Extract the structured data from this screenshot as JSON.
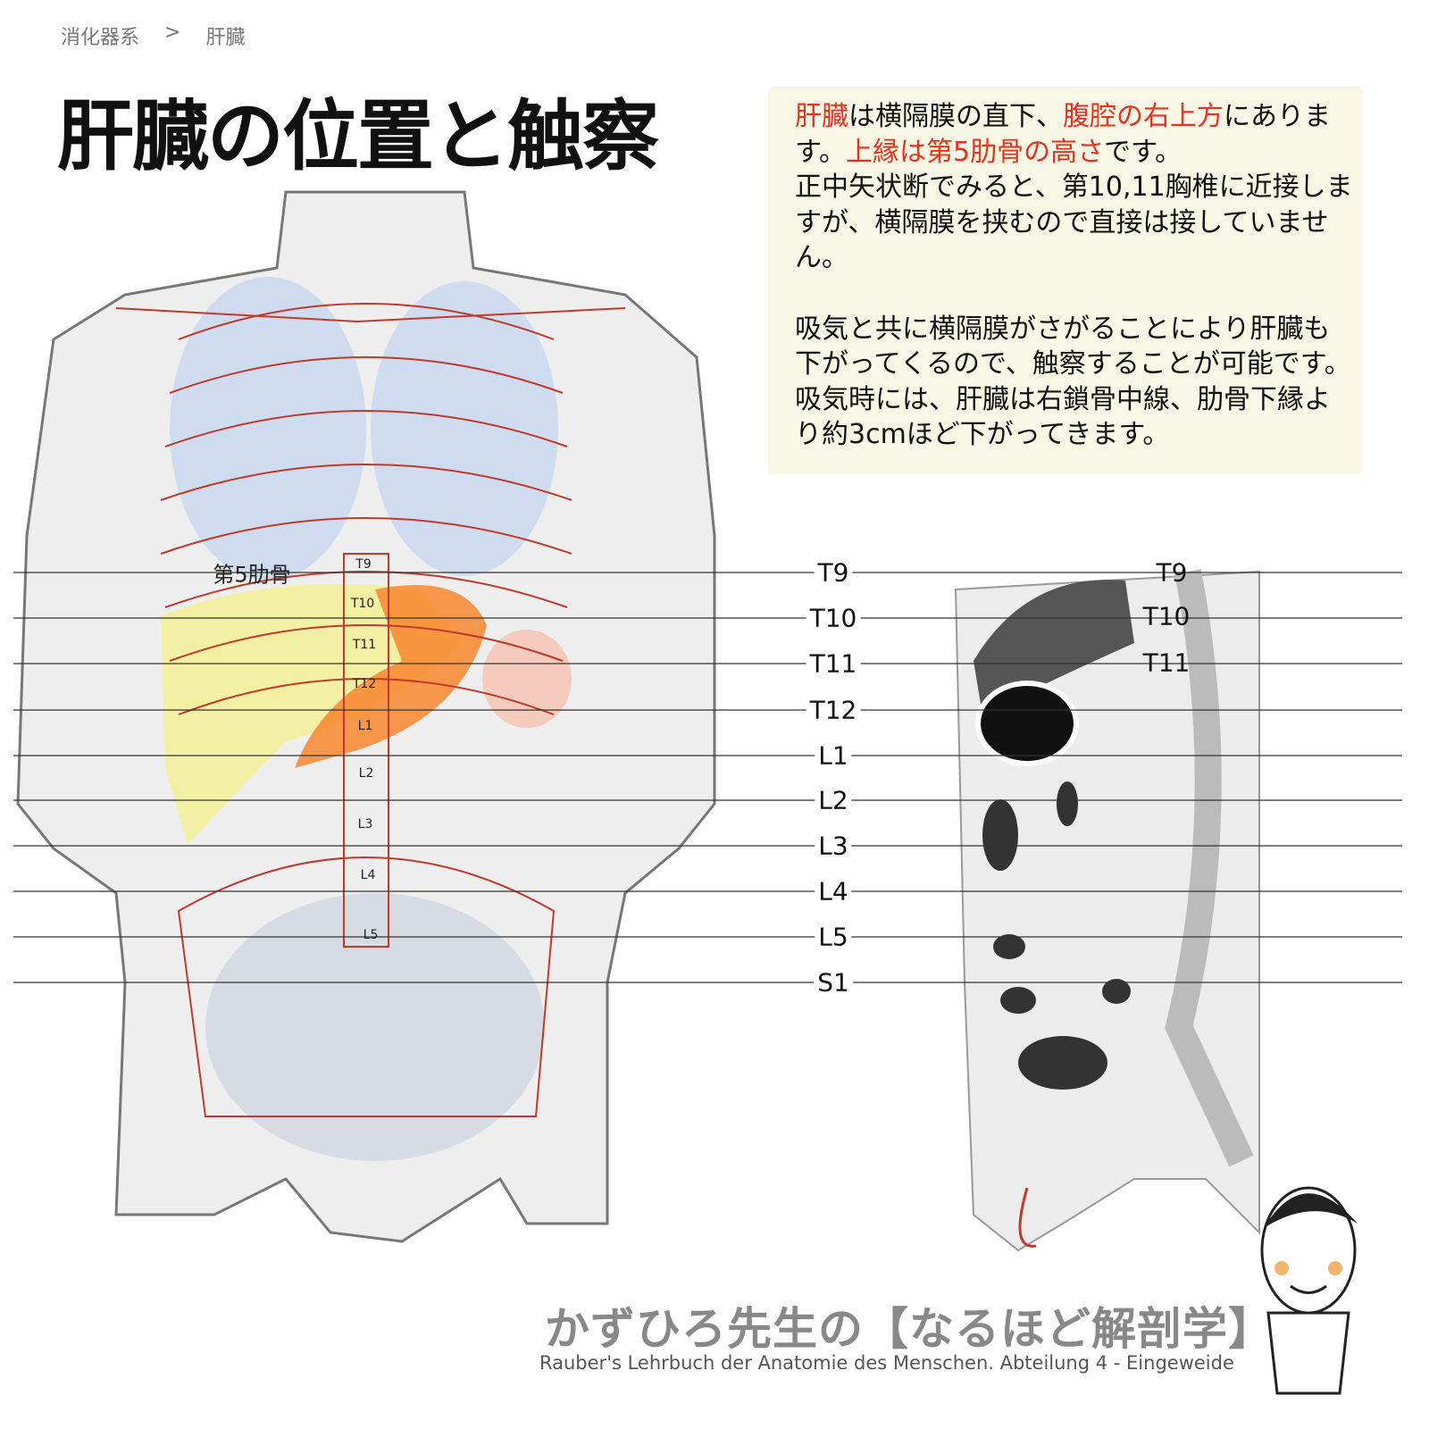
{
  "breadcrumb": {
    "items": [
      "消化器系",
      "肝臓"
    ],
    "separator": ">"
  },
  "page_title": "肝臓の位置と触察",
  "info": {
    "p1": [
      {
        "text": "肝臓",
        "red": true
      },
      {
        "text": "は横隔膜の直下、",
        "red": false
      },
      {
        "text": "腹腔の右上方",
        "red": true
      },
      {
        "text": "にあります。",
        "red": false
      },
      {
        "text": "上縁は第5肋骨の高さ",
        "red": true
      },
      {
        "text": "です。",
        "red": false
      }
    ],
    "p1b": "正中矢状断でみると、第10,11胸椎に近接しますが、横隔膜を挟むので直接は接していません。",
    "p2": "吸気と共に横隔膜がさがることにより肝臓も下がってくるので、触察することが可能です。吸気時には、肝臓は右鎖骨中線、肋骨下縁より約3cmほど下がってきます。"
  },
  "diagram": {
    "rib_label": "第5肋骨",
    "levels": [
      "T9",
      "T10",
      "T11",
      "T12",
      "L1",
      "L2",
      "L3",
      "L4",
      "L5",
      "S1"
    ],
    "front_vertebra_labels": [
      "T9",
      "T10",
      "T11",
      "T12",
      "L1",
      "L2",
      "L3",
      "L4",
      "L5"
    ],
    "sagittal_labels": [
      "T9",
      "T10",
      "T11"
    ],
    "colors": {
      "liver": "#f3ef9a",
      "stomach": "#f7862e",
      "lung": "#c9d8f0",
      "vessel": "#c0392b"
    }
  },
  "footer": {
    "title": "かずひろ先生の【なるほど解剖学】",
    "source": "Rauber's Lehrbuch der Anatomie des Menschen. Abteilung 4 - Eingeweide"
  }
}
